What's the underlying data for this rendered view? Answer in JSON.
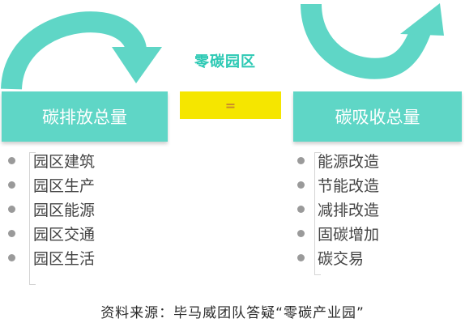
{
  "title": "零碳园区",
  "left_box": {
    "label": "碳排放总量"
  },
  "equals": {
    "symbol": "="
  },
  "right_box": {
    "label": "碳吸收总量"
  },
  "left_items": [
    "园区建筑",
    "园区生产",
    "园区能源",
    "园区交通",
    "园区生活"
  ],
  "right_items": [
    "能源改造",
    "节能改造",
    "减排改造",
    "固碳增加",
    "碳交易"
  ],
  "source": "资料来源：毕马威团队答疑“零碳产业园”",
  "colors": {
    "teal": "#5fd6c6",
    "title_teal": "#2dc9b4",
    "yellow": "#f5e600",
    "bullet": "#9a9a9a"
  },
  "icons": {
    "left_arrow": "curved-arrow-down-icon",
    "right_arrow": "curved-arrow-up-icon"
  }
}
